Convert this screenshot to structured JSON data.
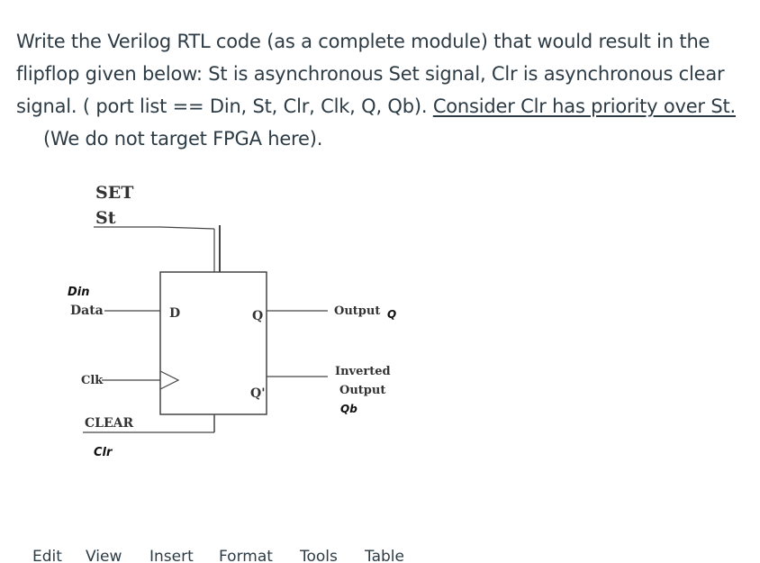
{
  "question": {
    "line1": "Write the Verilog RTL code (as a complete module) that would result in the",
    "line2": "flipflop given below: St is asynchronous Set signal, Clr is asynchronous clear",
    "line3_prefix": "signal. ( port list ==  Din, St, Clr, Clk, Q, Qb).  ",
    "line3_underlined": "Consider Clr has priority over St.",
    "line4": "(We do not target FPGA here)."
  },
  "diagram": {
    "set_label": "SET",
    "st_label": "St",
    "din_label": "Din",
    "data_label": "Data",
    "d_pin": "D",
    "q_pin": "Q",
    "qbar_pin": "Q'",
    "clk_label": "Clk",
    "clear_label": "CLEAR",
    "clr_label": "Clr",
    "output_label": "Output",
    "output_q": "Q",
    "inverted_label": "Inverted",
    "inverted_output_label": "Output",
    "qb_label": "Qb"
  },
  "menu": {
    "items": [
      "Edit",
      "View",
      "Insert",
      "Format",
      "Tools",
      "Table"
    ]
  }
}
